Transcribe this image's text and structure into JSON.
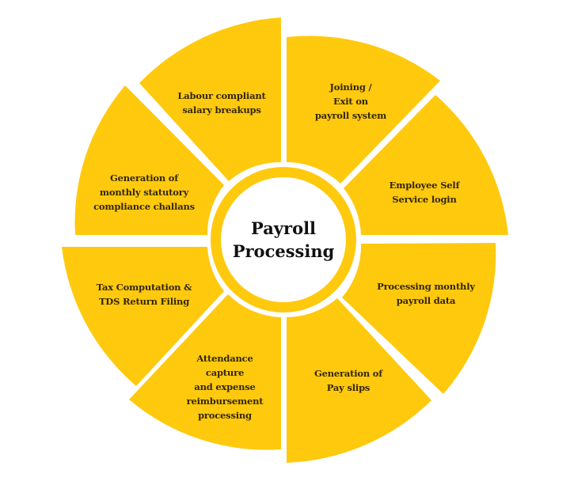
{
  "diagram": {
    "title_lines": [
      "Payroll",
      "Processing"
    ],
    "colors": {
      "segment_fill": "#FFC90E",
      "ring_fill": "#FFC90E",
      "center_fill": "#FFFFFF",
      "text": "#33270A",
      "center_text": "#111111",
      "background": "#FFFFFF"
    },
    "segments": [
      {
        "id": "joining-exit",
        "lines": [
          "Joining /",
          "Exit on",
          "payroll system"
        ]
      },
      {
        "id": "employee-self-service",
        "lines": [
          "Employee Self",
          "Service login"
        ]
      },
      {
        "id": "processing-monthly-payroll",
        "lines": [
          "Processing monthly",
          "payroll data"
        ]
      },
      {
        "id": "generation-pay-slips",
        "lines": [
          "Generation of",
          "Pay slips"
        ]
      },
      {
        "id": "attendance-expense",
        "lines": [
          "Attendance",
          "capture",
          "and expense",
          "reimbursement",
          "processing"
        ]
      },
      {
        "id": "tax-tds",
        "lines": [
          "Tax Computation &",
          "TDS Return Filing"
        ]
      },
      {
        "id": "statutory-challans",
        "lines": [
          "Generation of",
          "monthly statutory",
          "compliance challans"
        ]
      },
      {
        "id": "labour-salary-breakups",
        "lines": [
          "Labour compliant",
          "salary breakups"
        ]
      }
    ]
  }
}
